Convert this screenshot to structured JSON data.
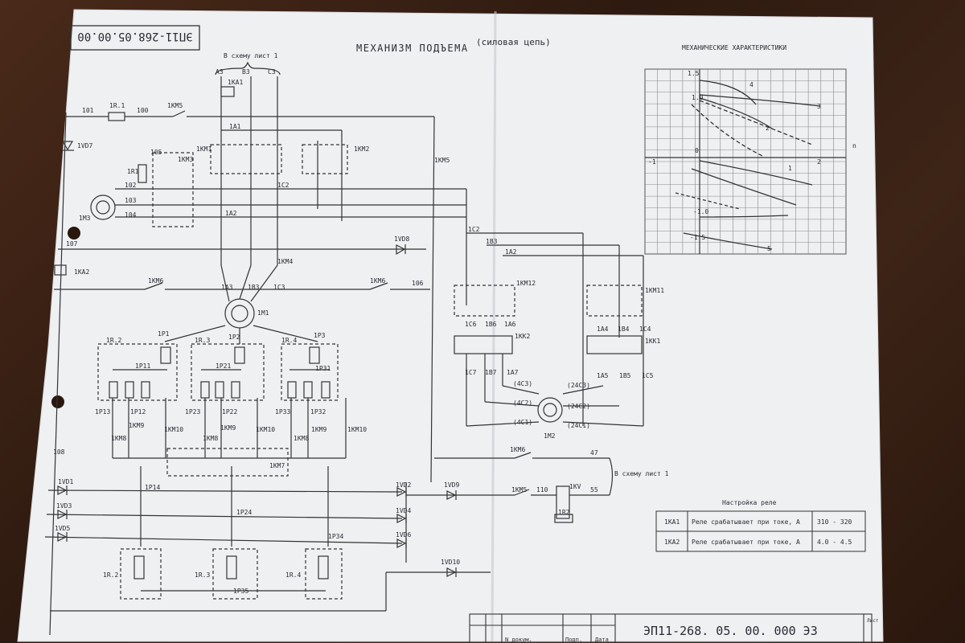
{
  "document": {
    "corner_code": "ЭП11-268.05.00.00",
    "title": "МЕХАНИЗМ ПОДЪЕМА",
    "title_note": "(силовая цепь)",
    "title_block_code": "ЭП11-268. 05. 00. 000 ЭЗ",
    "title_block_headers": [
      "N докум.",
      "Подп.",
      "Дата"
    ],
    "sheet_label": "Лист"
  },
  "power_circuit": {
    "supply_ref": "В схему лист 1",
    "phases": [
      "A3",
      "B3",
      "C3"
    ],
    "nodes": [
      "101",
      "100",
      "1R.1",
      "1KM5",
      "1VD7",
      "105",
      "1R1",
      "102",
      "103",
      "104",
      "1M3",
      "1KM3",
      "1KM1",
      "1KM2",
      "1A1",
      "1C2",
      "1A2",
      "1KA1",
      "107",
      "1KA2",
      "1VD8",
      "1KM4",
      "1KM6",
      "1A3",
      "1B3",
      "1C3",
      "106",
      "1M1",
      "1KM5"
    ],
    "resistor_groups": [
      {
        "label": "1R.2",
        "node": "1P1",
        "group": "1P11",
        "taps": [
          "1P13",
          "1P12"
        ]
      },
      {
        "label": "1R.3",
        "node": "1P2",
        "group": "1P21",
        "taps": [
          "1P23",
          "1P22"
        ]
      },
      {
        "label": "1R.4",
        "node": "1P3",
        "group": "1P31",
        "taps": [
          "1P33",
          "1P32"
        ]
      }
    ],
    "contactors": [
      "1KM8",
      "1KM9",
      "1KM10",
      "1KM7"
    ],
    "lower_nodes": [
      "108",
      "1VD1",
      "1VD3",
      "1VD5",
      "1P14",
      "1P24",
      "1P34",
      "1VD2",
      "1VD4",
      "1VD6",
      "1VD9",
      "1VD10",
      "1P35"
    ],
    "lower_resistors": [
      "1R.2",
      "1R.3",
      "1R.4"
    ]
  },
  "brake_circuit": {
    "nodes": [
      "1C2",
      "1B3",
      "1A2",
      "1KM12",
      "1KM11",
      "1C6",
      "1B6",
      "1A6",
      "1KK2",
      "1KK1",
      "1A4",
      "1B4",
      "1C4",
      "1A5",
      "1B5",
      "1C5",
      "1C7",
      "1B7",
      "1A7",
      "1M2"
    ],
    "terminals": [
      "(4C3)",
      "(4C2)",
      "(4C1)",
      "(24C3)",
      "(24C2)",
      "(24C1)"
    ],
    "control": [
      "1KM6",
      "47",
      "1KM5",
      "110",
      "1KV",
      "55",
      "1R2"
    ],
    "ref": "В схему лист 1"
  },
  "characteristics": {
    "title": "МЕХАНИЧЕСКИЕ ХАРАКТЕРИСТИКИ",
    "axis_labels": [
      "1.5",
      "1.0",
      "0",
      "-1",
      "-1.0",
      "-1.5",
      "2",
      "n"
    ],
    "curve_labels": [
      "1",
      "2",
      "3",
      "4",
      "5"
    ]
  },
  "settings_table": {
    "title": "Настройка реле",
    "rows": [
      {
        "relay": "1KA1",
        "desc": "Реле срабатывает при токе, А",
        "value": "310 - 320"
      },
      {
        "relay": "1KA2",
        "desc": "Реле срабатывает при токе, А",
        "value": "4.0 - 4.5"
      }
    ]
  }
}
